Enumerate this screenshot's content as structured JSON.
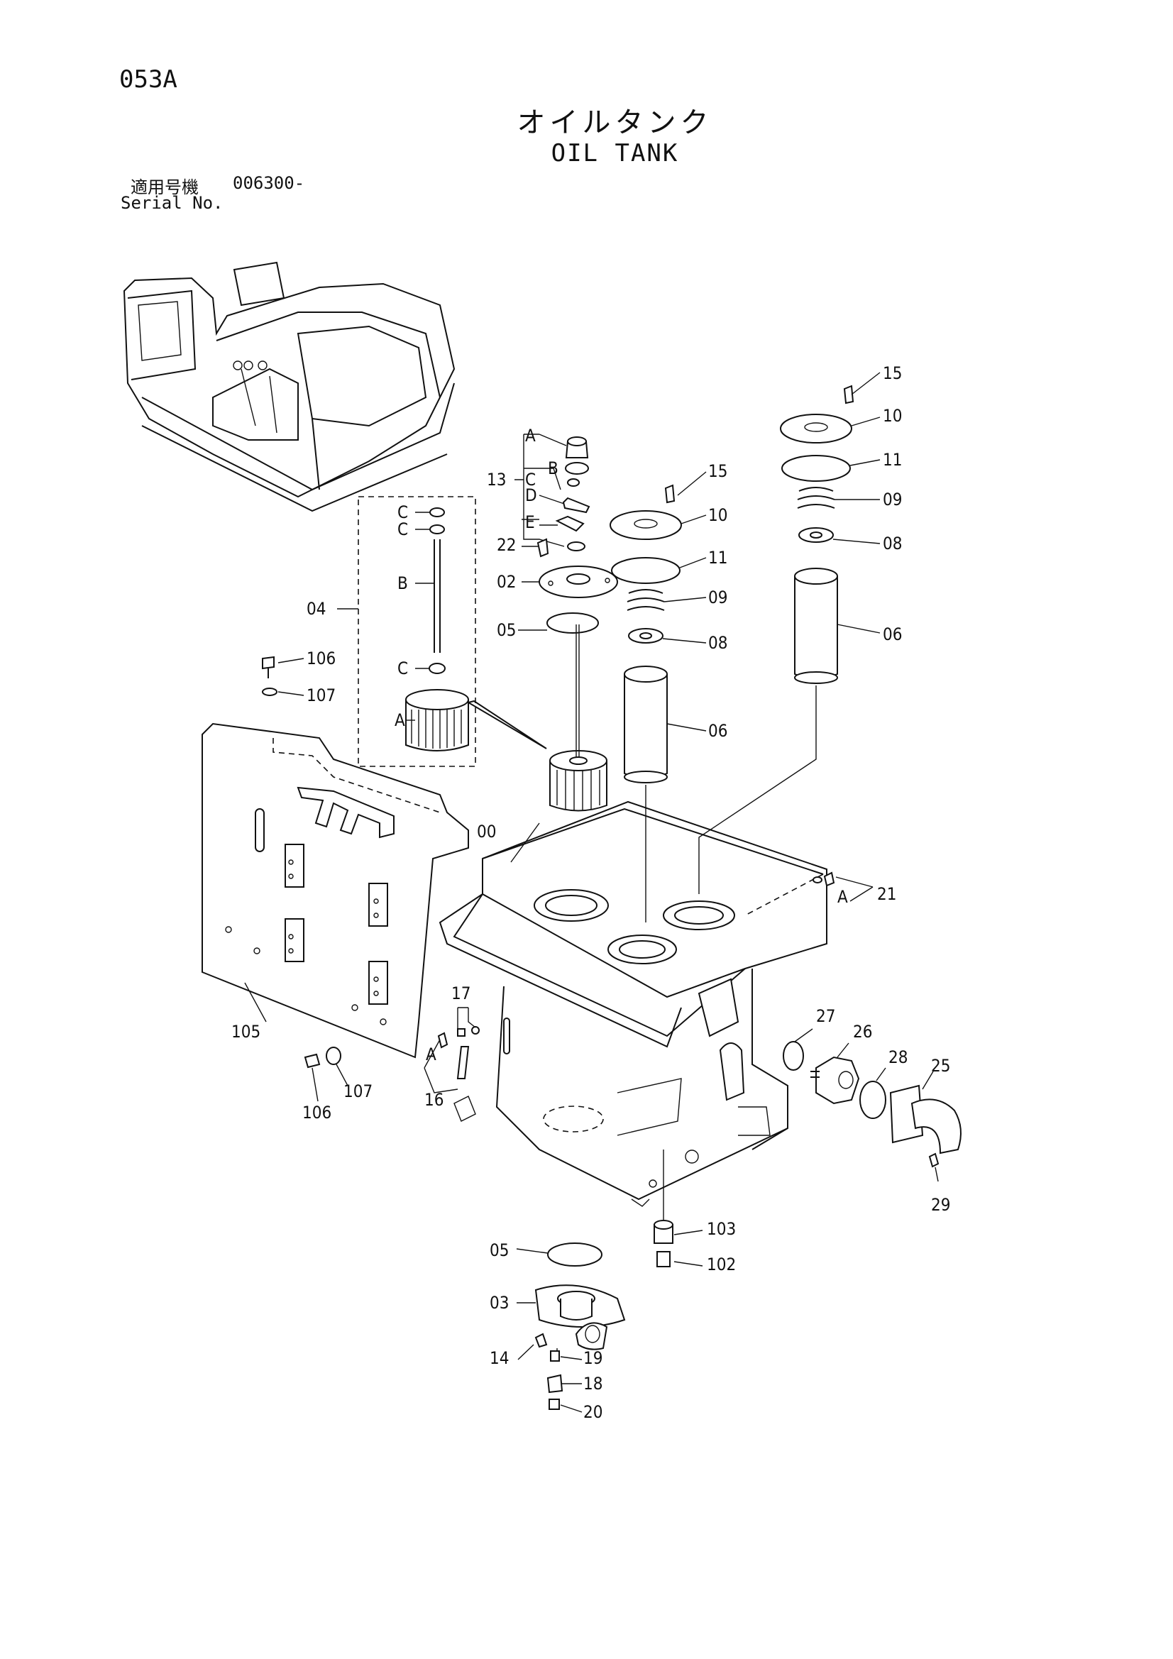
{
  "header": {
    "page_code": "053A",
    "title_jp": "オイルタンク",
    "title_en": "OIL TANK",
    "serial_label_jp": "適用号機",
    "serial_value": "006300-",
    "serial_label_en": "Serial No."
  },
  "callouts": {
    "c15a": "15",
    "c10a": "10",
    "c11a": "11",
    "c09a": "09",
    "c08a": "08",
    "c06a": "06",
    "c15b": "15",
    "c10b": "10",
    "c11b": "11",
    "c09b": "09",
    "c08b": "08",
    "c06b": "06",
    "c13": "13",
    "cA1": "A",
    "cB1": "B",
    "cC1": "C",
    "cD1": "D",
    "cE1": "E",
    "c22": "22",
    "c02": "02",
    "c05a": "05",
    "c04": "04",
    "cC2": "C",
    "cC3": "C",
    "cB2": "B",
    "cC4": "C",
    "cA2": "A",
    "c106a": "106",
    "c107a": "107",
    "c00": "00",
    "c21": "21",
    "cA3": "A",
    "c105": "105",
    "c106b": "106",
    "c107b": "107",
    "c17": "17",
    "cA4": "A",
    "c16": "16",
    "c27": "27",
    "c26": "26",
    "c28": "28",
    "c25": "25",
    "c29": "29",
    "c103": "103",
    "c102": "102",
    "c05b": "05",
    "c03": "03",
    "c14": "14",
    "c19": "19",
    "c18": "18",
    "c20": "20"
  }
}
